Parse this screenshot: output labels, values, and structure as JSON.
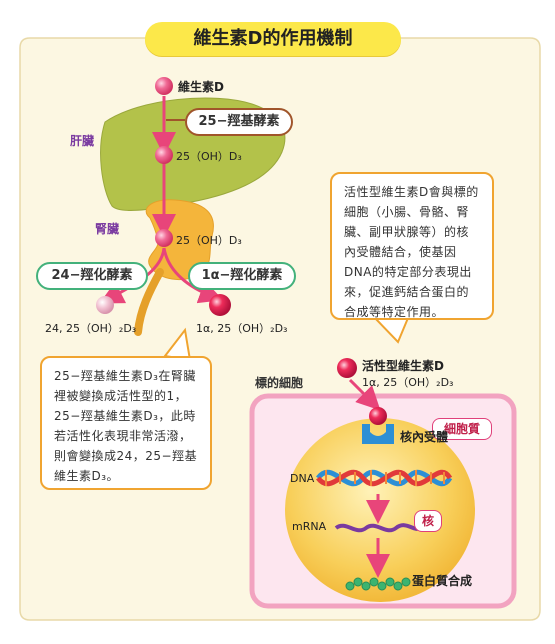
{
  "title": "維生素D的作用機制",
  "organs": {
    "liver": "肝臟",
    "kidney": "腎臟",
    "target_cell": "標的細胞"
  },
  "molecules": {
    "vitamin_d": "維生素D",
    "oh25_d3": "25（OH）D₃",
    "oh25_d3_kidney": "25（OH）D₃",
    "dihydroxy_24_25": "24, 25（OH）₂D₃",
    "dihydroxy_1a_25": "1α, 25（OH）₂D₃",
    "active_vitamin_d": "活性型維生素D",
    "active_vitamin_d_formula": "1α, 25（OH）₂D₃"
  },
  "enzymes": {
    "hydroxylase_25": "25−羥基酵素",
    "hydroxylase_24": "24−羥化酵素",
    "hydroxylase_1a": "1α−羥化酵素"
  },
  "cell_labels": {
    "cytoplasm": "細胞質",
    "nucleus": "核",
    "nuclear_receptor": "核內受體",
    "dna": "DNA",
    "mrna": "mRNA",
    "protein_synthesis": "蛋白質合成"
  },
  "callouts": {
    "active_function": "活性型維生素D會與標的細胞（小腸、骨骼、腎臟、副甲狀腺等）的核內受體結合，使基因DNA的特定部分表現出來，促進鈣結合蛋白的合成等特定作用。",
    "kidney_conversion": "25−羥基維生素D₃在腎臟裡被變換成活性型的1，25−羥基維生素D₃，此時若活性化表現非常活潑，則會變換成24，25−羥基維生素D₃。"
  },
  "colors": {
    "panel_bg": "#fcf7e2",
    "title_bg": "#fce84a",
    "liver": "#b3c24a",
    "kidney": "#f4b53b",
    "arrow": "#e8457a",
    "cell_border": "#f2a3c0",
    "cell_fill": "#fde6ef",
    "nucleus": "#f6c84a",
    "dna_blue": "#2d8fd5",
    "dna_red": "#e13a3a",
    "protein": "#3cb470"
  }
}
